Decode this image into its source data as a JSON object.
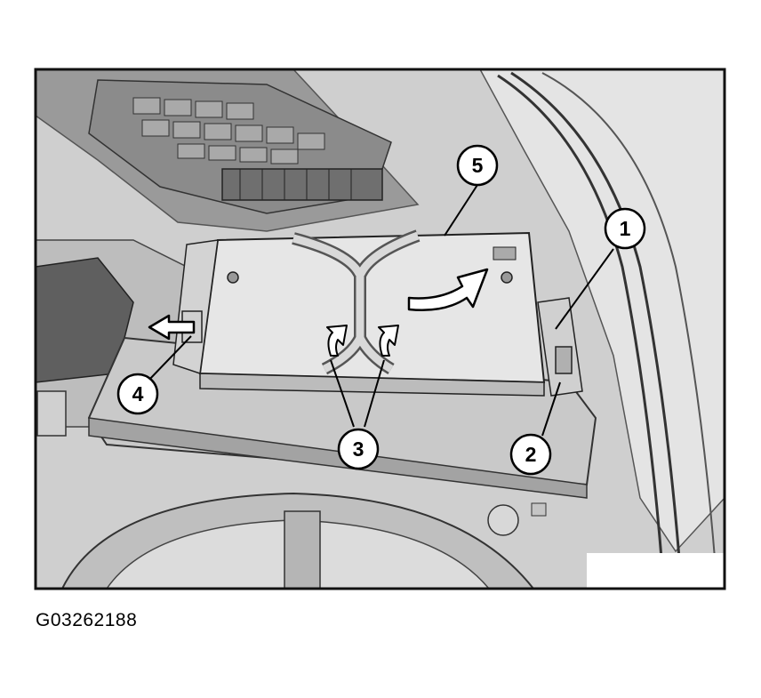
{
  "figure": {
    "id_label": "G03262188",
    "callouts": [
      {
        "number": "1",
        "target": "battery-clamp-tab"
      },
      {
        "number": "2",
        "target": "battery-terminal-clip"
      },
      {
        "number": "3",
        "target": "battery-retaining-tabs"
      },
      {
        "number": "4",
        "target": "battery-tray-latch"
      },
      {
        "number": "5",
        "target": "battery-module"
      }
    ]
  }
}
